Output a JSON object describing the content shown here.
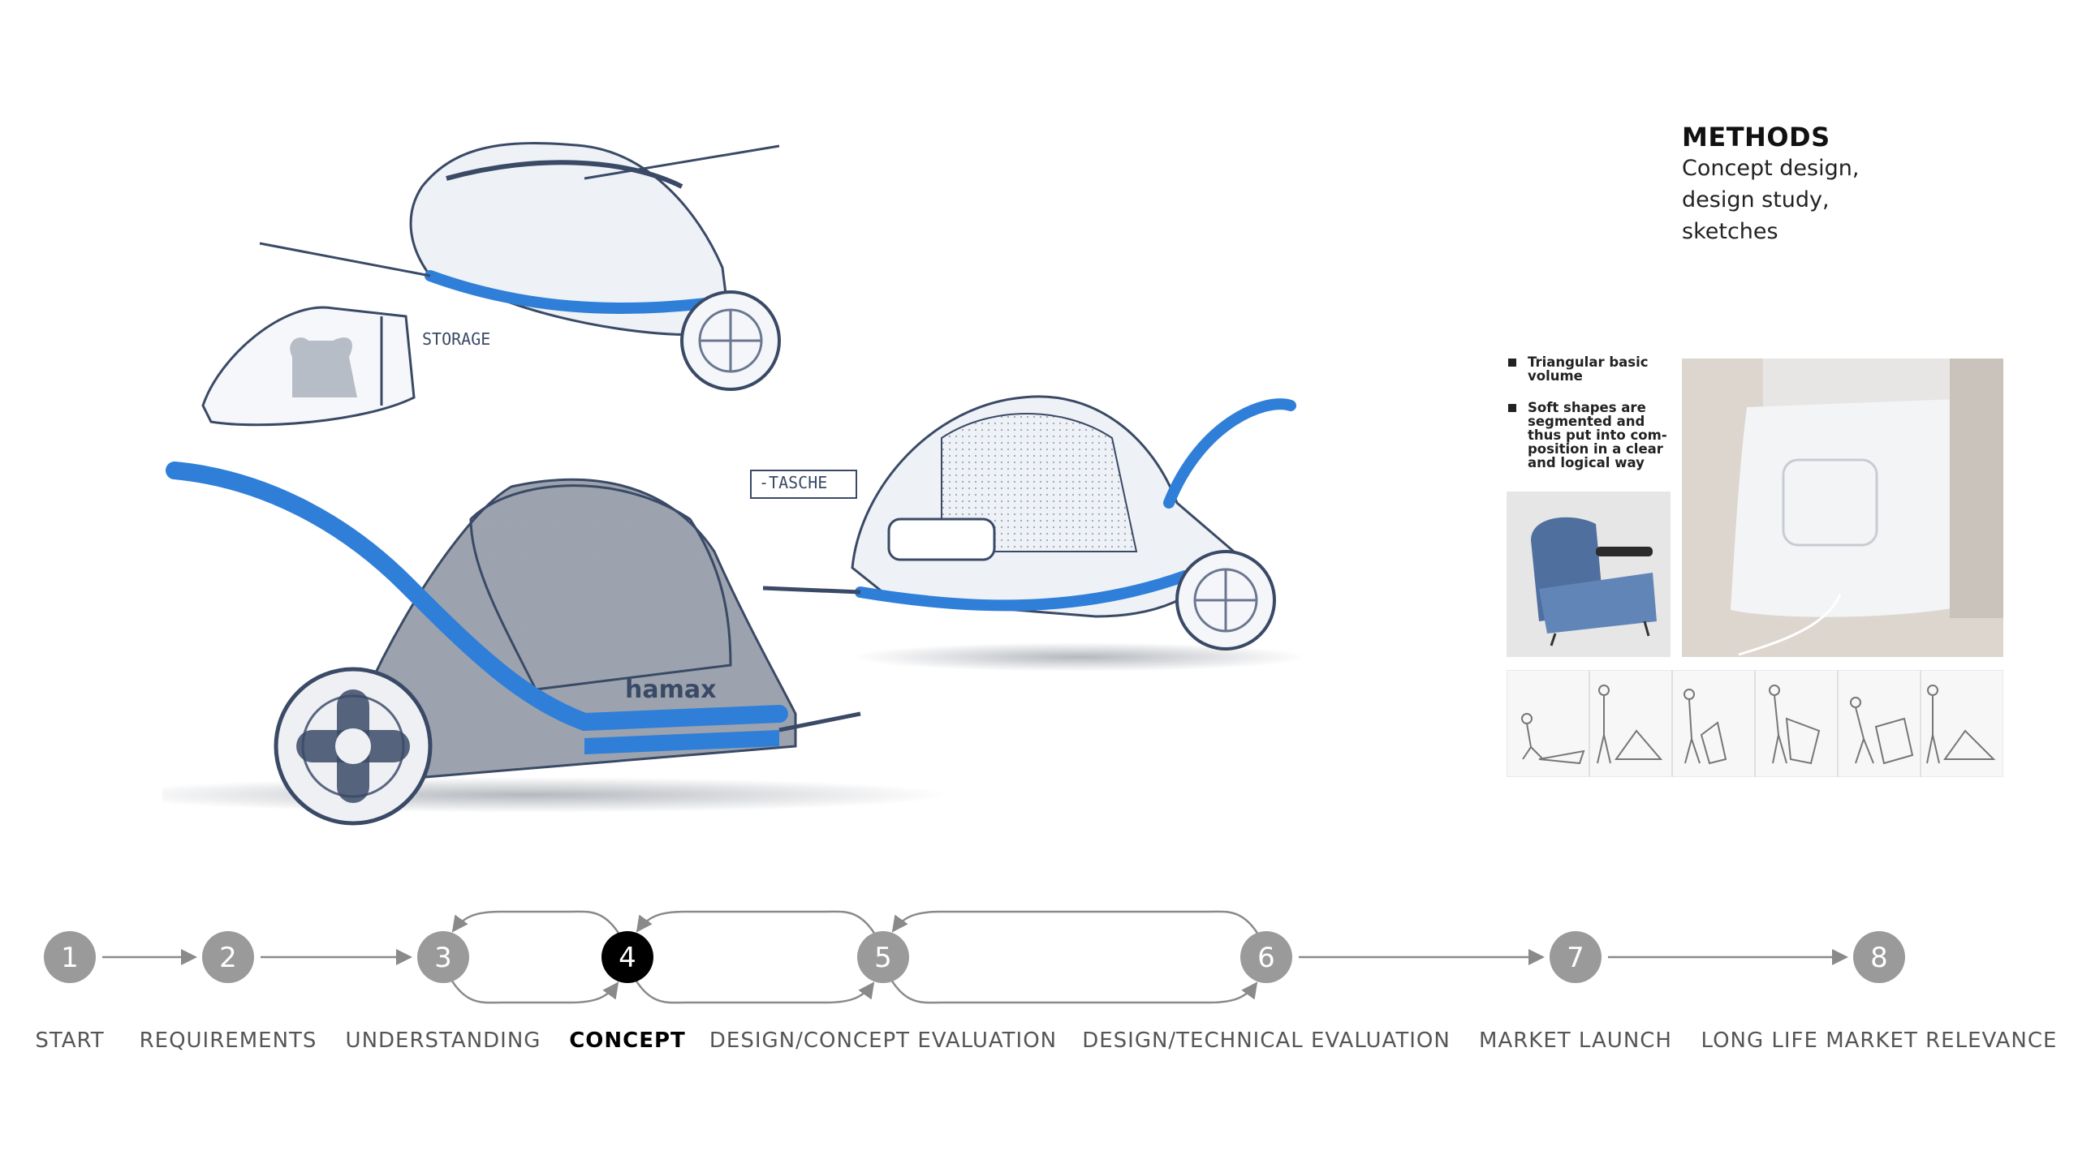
{
  "methods": {
    "title": "METHODS",
    "lines": [
      "Concept design,",
      "design study,",
      "sketches"
    ]
  },
  "bullets": [
    "Triangular basic volume",
    "Soft shapes are segmented and thus put into com-position in a clear and logical way"
  ],
  "sketch": {
    "brand": "hamax",
    "note_storage": "STORAGE",
    "note_tasche": "-TASCHE"
  },
  "process": {
    "active_step": 4,
    "steps": [
      {
        "num": "1",
        "label": "START"
      },
      {
        "num": "2",
        "label": "REQUIREMENTS"
      },
      {
        "num": "3",
        "label": "UNDERSTANDING"
      },
      {
        "num": "4",
        "label": "CONCEPT"
      },
      {
        "num": "5",
        "label": "DESIGN/CONCEPT EVALUATION"
      },
      {
        "num": "6",
        "label": "DESIGN/TECHNICAL EVALUATION"
      },
      {
        "num": "7",
        "label": "MARKET LAUNCH"
      },
      {
        "num": "8",
        "label": "LONG LIFE MARKET RELEVANCE"
      }
    ]
  },
  "colors": {
    "accent_blue": "#2f7fd9",
    "sketch_line": "#3a4a66",
    "step_circle": "#9a9a9a",
    "step_active": "#000000",
    "arrow": "#8a8a8a"
  }
}
